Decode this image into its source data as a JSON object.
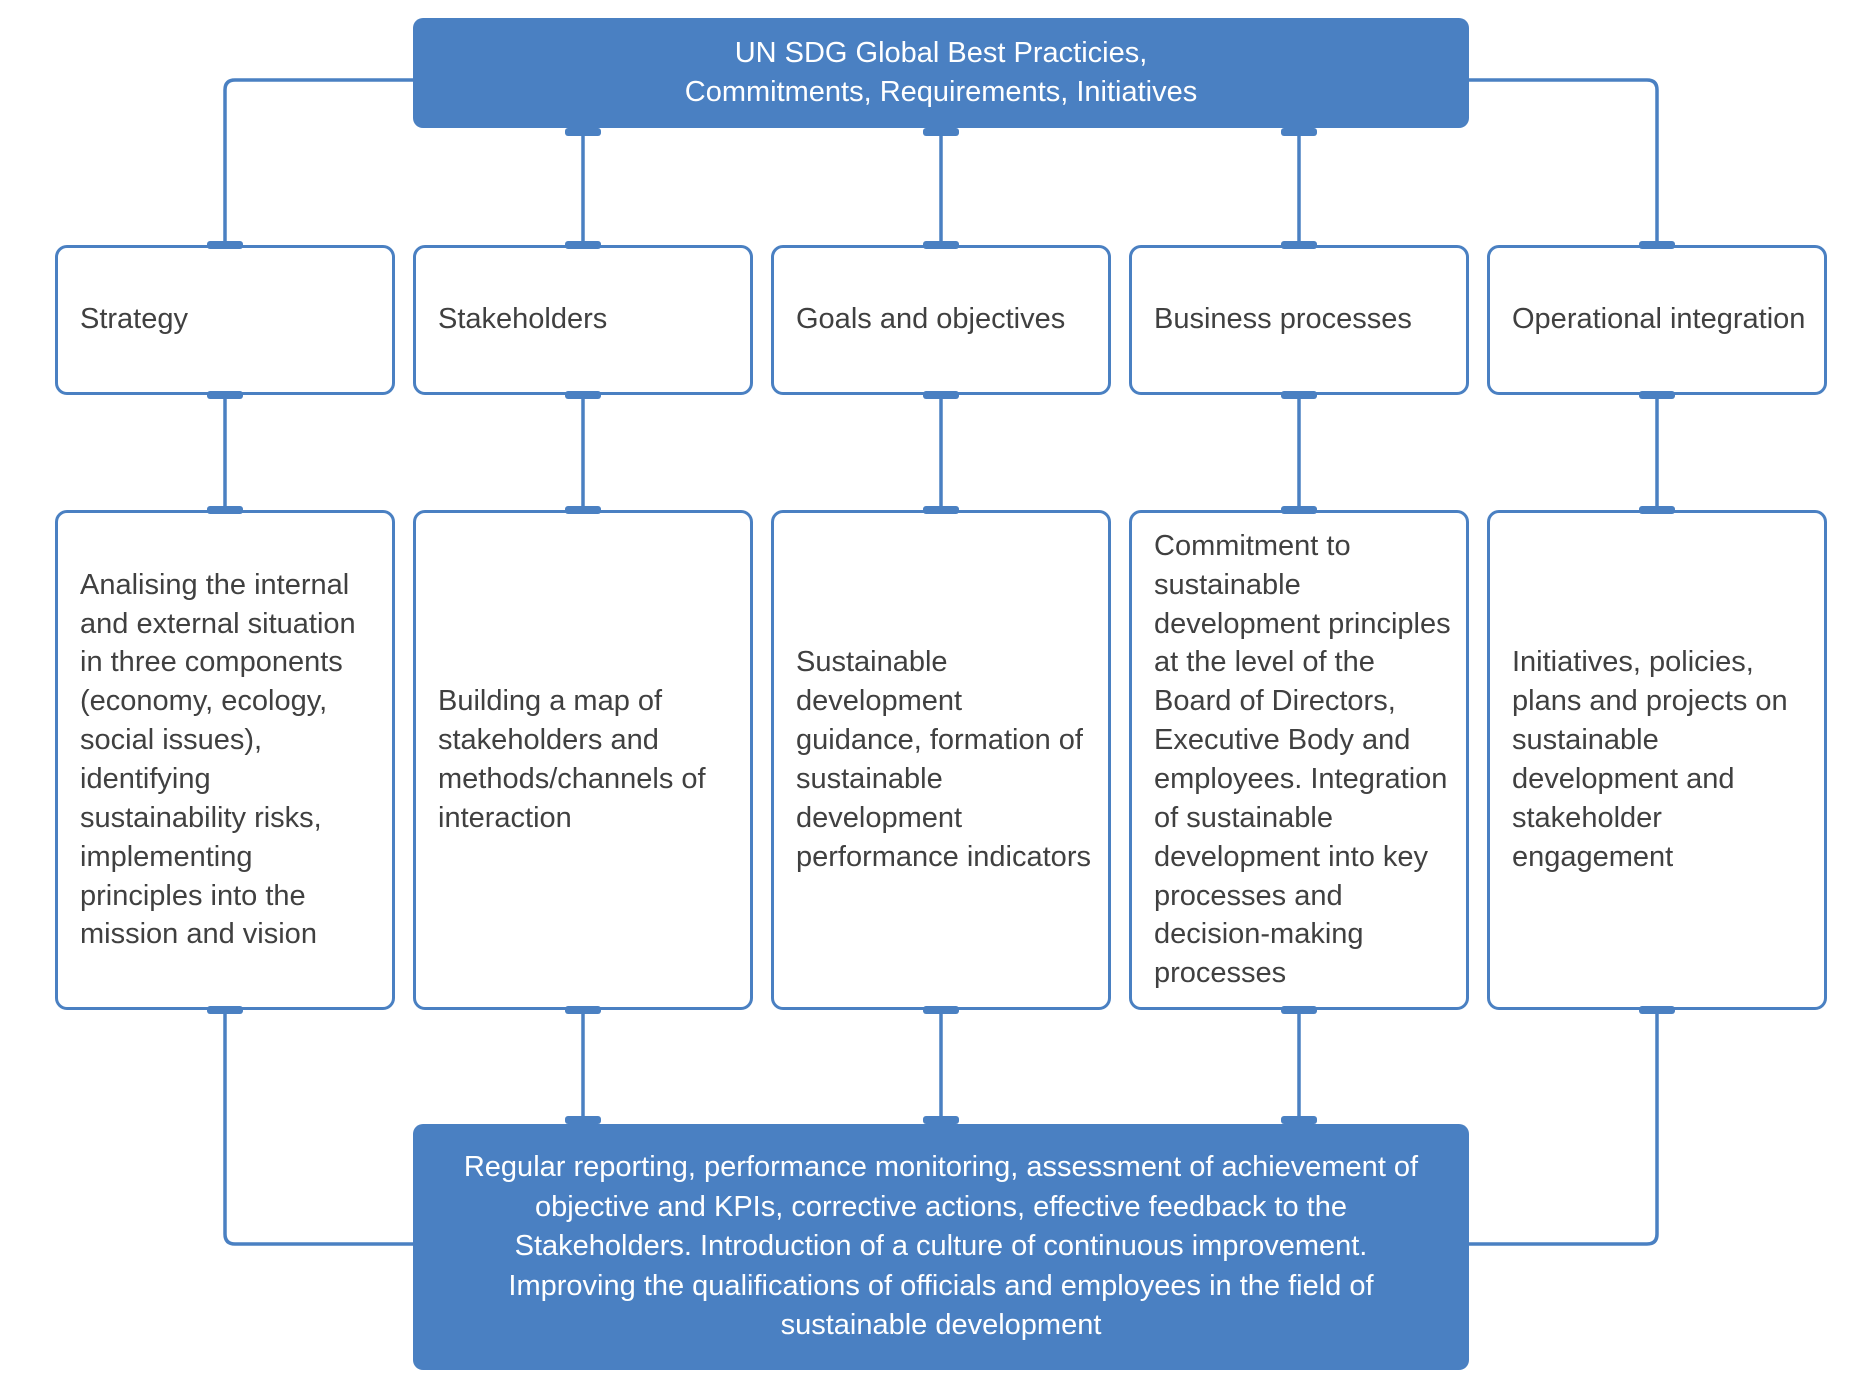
{
  "diagram": {
    "top_box": {
      "lines": [
        "UN SDG Global Best Practicies,",
        "Commitments, Requirements, Initiatives"
      ]
    },
    "columns": [
      {
        "header": "Strategy",
        "description": "Analising the internal and external situation in three components (economy, ecology, social issues), identifying sustainability risks, implementing principles into the mission and vision"
      },
      {
        "header": "Stakeholders",
        "description": "Building a map of stakeholders and methods/channels of interaction"
      },
      {
        "header": "Goals and objectives",
        "description": "Sustainable development guidance, formation of sustainable development performance indicators"
      },
      {
        "header": "Business processes",
        "description": "Commitment to sustainable development principles at the level of the Board of Directors, Executive Body and employees. Integration of sustainable development into key processes and decision-making processes"
      },
      {
        "header": "Operational integration",
        "description": "Initiatives, policies, plans and projects on sustainable development and stakeholder engagement"
      }
    ],
    "bottom_box": {
      "label": "Regular reporting, performance monitoring, assessment of achievement of objective and KPIs, corrective actions, effective feedback to the Stakeholders. Introduction of a culture of continuous improvement. Improving the qualifications of officials and employees in the field of sustainable development"
    },
    "colors": {
      "accent_blue": "#4A80C2",
      "body_text": "#404040",
      "inverse_text": "#FFFFFF",
      "background": "#FFFFFF"
    }
  }
}
